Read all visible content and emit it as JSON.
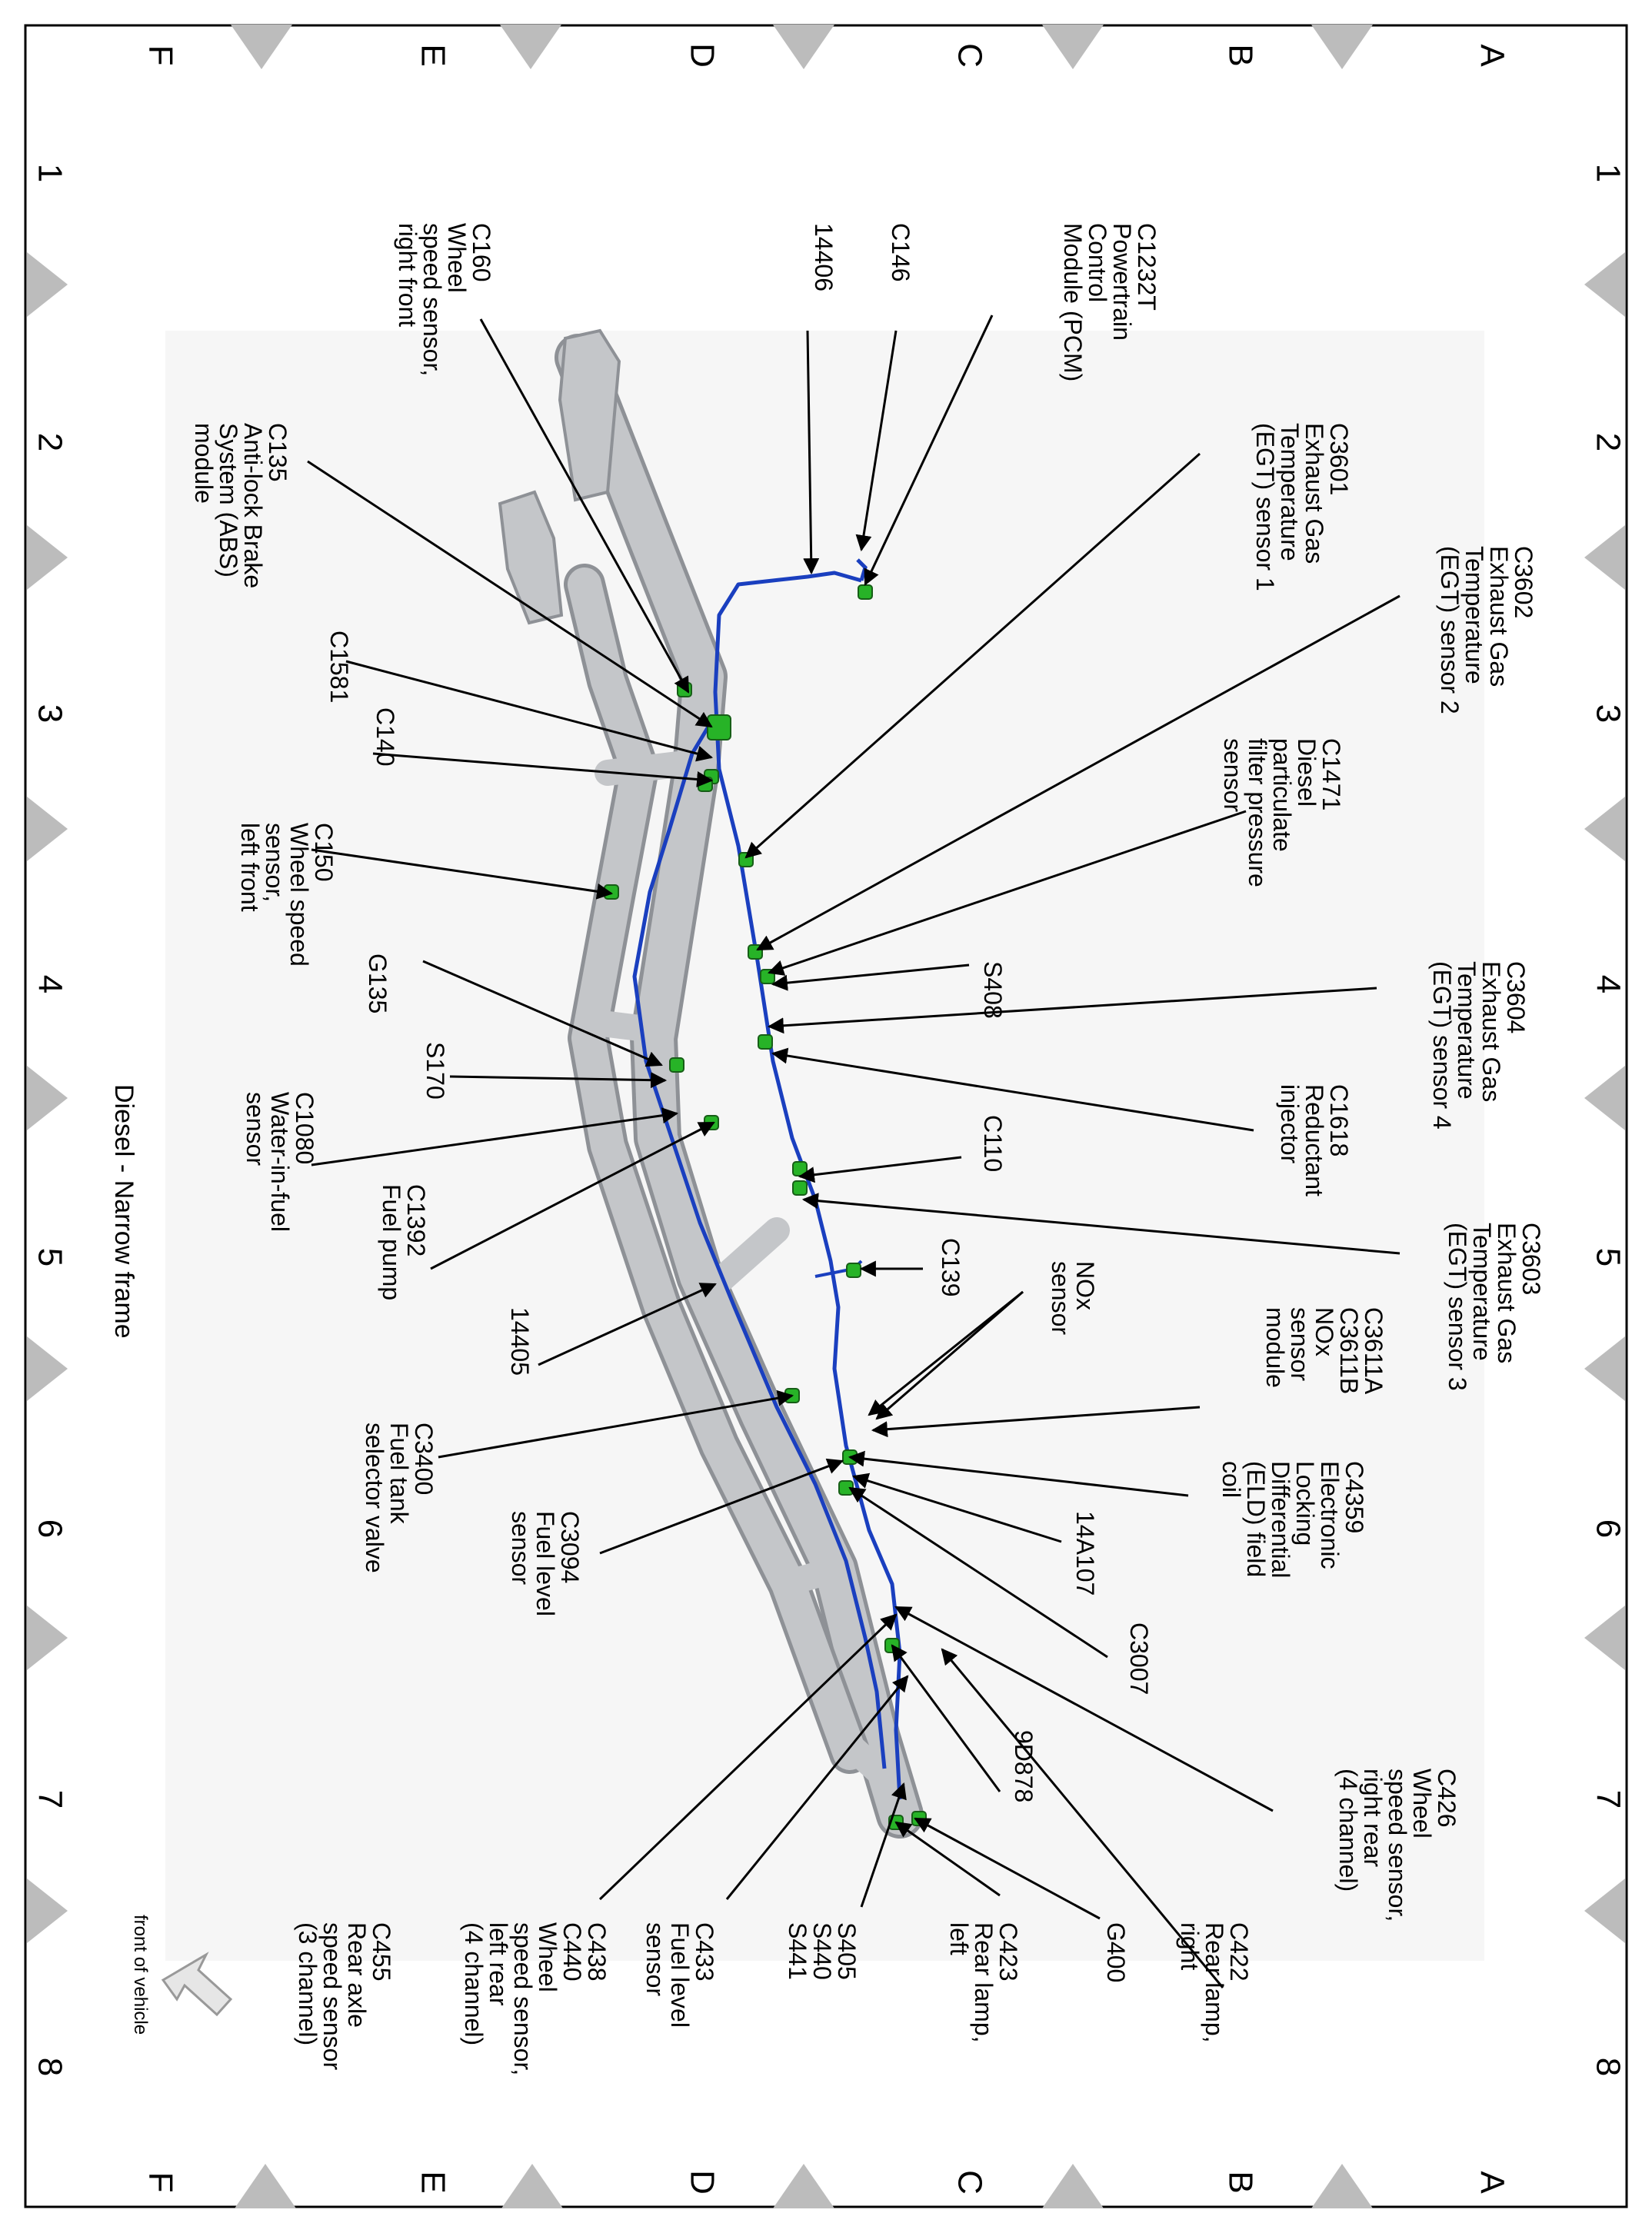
{
  "diagram": {
    "title": "Diesel - Narrow frame",
    "front_label": "front of vehicle",
    "grid": {
      "rows": [
        "A",
        "B",
        "C",
        "D",
        "E",
        "F"
      ],
      "cols": [
        "1",
        "2",
        "3",
        "4",
        "5",
        "6",
        "7",
        "8"
      ]
    },
    "colors": {
      "harness": "#1a3fbf",
      "connector": "#27b327",
      "frame": "#c4c6c9",
      "frame_dark": "#8e9196",
      "marker": "#bcbcbc"
    },
    "callouts": [
      {
        "id": "c1232t",
        "lines": [
          "C1232T",
          "Powertrain",
          "Control",
          "Module (PCM)"
        ]
      },
      {
        "id": "c146",
        "lines": [
          "C146"
        ]
      },
      {
        "id": "14406",
        "lines": [
          "14406"
        ]
      },
      {
        "id": "c160",
        "lines": [
          "C160",
          "Wheel",
          "speed sensor,",
          "right front"
        ]
      },
      {
        "id": "c135",
        "lines": [
          "C135",
          "Anti-lock Brake",
          "System (ABS)",
          "module"
        ]
      },
      {
        "id": "c3601",
        "lines": [
          "C3601",
          "Exhaust Gas",
          "Temperature",
          "(EGT) sensor 1"
        ]
      },
      {
        "id": "c3602",
        "lines": [
          "C3602",
          "Exhaust Gas",
          "Temperature",
          "(EGT) sensor 2"
        ]
      },
      {
        "id": "c1581",
        "lines": [
          "C1581"
        ]
      },
      {
        "id": "c140",
        "lines": [
          "C140"
        ]
      },
      {
        "id": "c1471",
        "lines": [
          "C1471",
          "Diesel",
          "particulate",
          "filter pressure",
          "sensor"
        ]
      },
      {
        "id": "c150",
        "lines": [
          "C150",
          "Wheel speed",
          "sensor,",
          "left front"
        ]
      },
      {
        "id": "s408",
        "lines": [
          "S408"
        ]
      },
      {
        "id": "c3604",
        "lines": [
          "C3604",
          "Exhaust Gas",
          "Temperature",
          "(EGT) sensor 4"
        ]
      },
      {
        "id": "g135",
        "lines": [
          "G135"
        ]
      },
      {
        "id": "s170",
        "lines": [
          "S170"
        ]
      },
      {
        "id": "c1618",
        "lines": [
          "C1618",
          "Reductant",
          "injector"
        ]
      },
      {
        "id": "c110",
        "lines": [
          "C110"
        ]
      },
      {
        "id": "c1080",
        "lines": [
          "C1080",
          "Water-in-fuel",
          "sensor"
        ]
      },
      {
        "id": "c1392",
        "lines": [
          "C1392",
          "Fuel pump"
        ]
      },
      {
        "id": "c3603",
        "lines": [
          "C3603",
          "Exhaust Gas",
          "Temperature",
          "(EGT) sensor 3"
        ]
      },
      {
        "id": "c139",
        "lines": [
          "C139"
        ]
      },
      {
        "id": "nox",
        "lines": [
          "NOx",
          "sensor"
        ]
      },
      {
        "id": "14405",
        "lines": [
          "14405"
        ]
      },
      {
        "id": "c3611",
        "lines": [
          "C3611A",
          "C3611B",
          "NOx",
          "sensor",
          "module"
        ]
      },
      {
        "id": "c3400",
        "lines": [
          "C3400",
          "Fuel tank",
          "selector valve"
        ]
      },
      {
        "id": "c4359",
        "lines": [
          "C4359",
          "Electronic",
          "Locking",
          "Differential",
          "(ELD) field",
          "coil"
        ]
      },
      {
        "id": "c3094",
        "lines": [
          "C3094",
          "Fuel level",
          "sensor"
        ]
      },
      {
        "id": "14a107",
        "lines": [
          "14A107"
        ]
      },
      {
        "id": "c3007",
        "lines": [
          "C3007"
        ]
      },
      {
        "id": "c426",
        "lines": [
          "C426",
          "Wheel",
          "speed sensor,",
          "right rear",
          "(4 channel)"
        ]
      },
      {
        "id": "9d878",
        "lines": [
          "9D878"
        ]
      },
      {
        "id": "c422",
        "lines": [
          "C422",
          "Rear lamp,",
          "right"
        ]
      },
      {
        "id": "g400",
        "lines": [
          "G400"
        ]
      },
      {
        "id": "c423",
        "lines": [
          "C423",
          "Rear lamp,",
          "left"
        ]
      },
      {
        "id": "s405",
        "lines": [
          "S405",
          "S440",
          "S441"
        ]
      },
      {
        "id": "c433",
        "lines": [
          "C433",
          "Fuel level",
          "sensor"
        ]
      },
      {
        "id": "c438",
        "lines": [
          "C438",
          "C440",
          "Wheel",
          "speed sensor,",
          "left rear",
          "(4 channel)"
        ]
      },
      {
        "id": "c455",
        "lines": [
          "C455",
          "Rear axle",
          "speed sensor",
          "(3 channel)"
        ]
      }
    ]
  }
}
